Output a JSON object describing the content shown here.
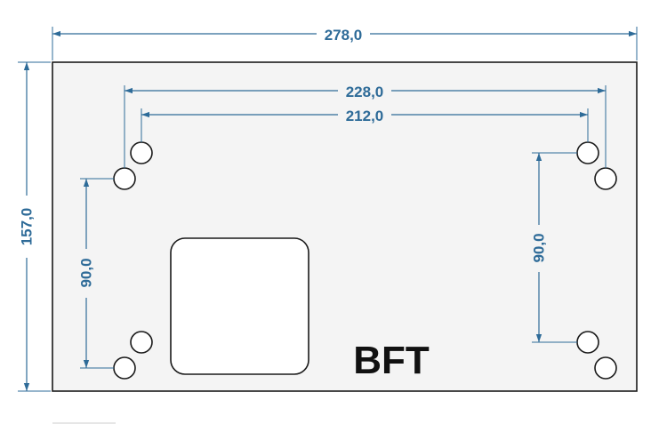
{
  "drawing": {
    "overall_width_label": "278,0",
    "overall_height_label": "157,0",
    "outer_hole_spacing_label": "228,0",
    "inner_hole_spacing_label": "212,0",
    "left_vertical_spacing_label": "90,0",
    "right_vertical_spacing_label": "90,0",
    "logo_text": "BFT"
  },
  "colors": {
    "dimension": "#2e6b98",
    "outline": "#1a1a1a",
    "plate_fill": "#f4f4f4"
  }
}
